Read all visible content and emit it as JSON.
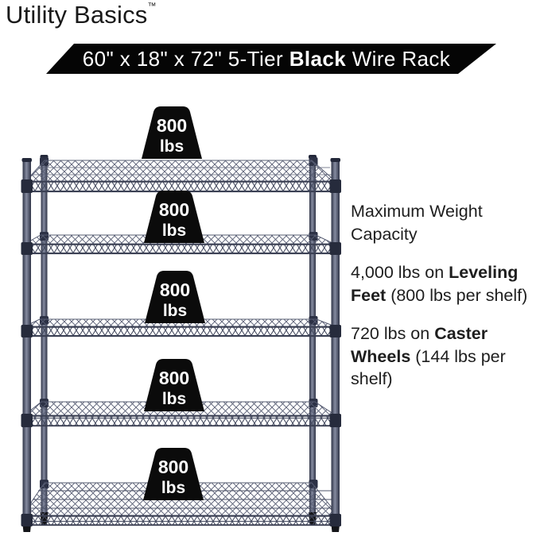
{
  "brand": {
    "name": "Utility Basics",
    "trademark": "™"
  },
  "banner": {
    "text_prefix": "60\" x 18\" x 72\" 5-Tier ",
    "text_bold": "Black",
    "text_suffix": " Wire Rack",
    "background": "#050505",
    "text_color": "#ffffff"
  },
  "rack": {
    "tiers": 5,
    "wire_color": "#4d5368",
    "weight_marker_color": "#0b0b0b",
    "weights": [
      {
        "value": "800",
        "unit": "lbs"
      },
      {
        "value": "800",
        "unit": "lbs"
      },
      {
        "value": "800",
        "unit": "lbs"
      },
      {
        "value": "800",
        "unit": "lbs"
      },
      {
        "value": "800",
        "unit": "lbs"
      }
    ]
  },
  "info": {
    "heading": "Maximum Weight Capacity",
    "items": [
      {
        "prefix": "4,000 lbs on ",
        "bold": "Leveling Feet",
        "suffix": " (800 lbs per shelf)"
      },
      {
        "prefix": "720 lbs on ",
        "bold": "Caster Wheels",
        "suffix": " (144 lbs per shelf)"
      }
    ]
  }
}
